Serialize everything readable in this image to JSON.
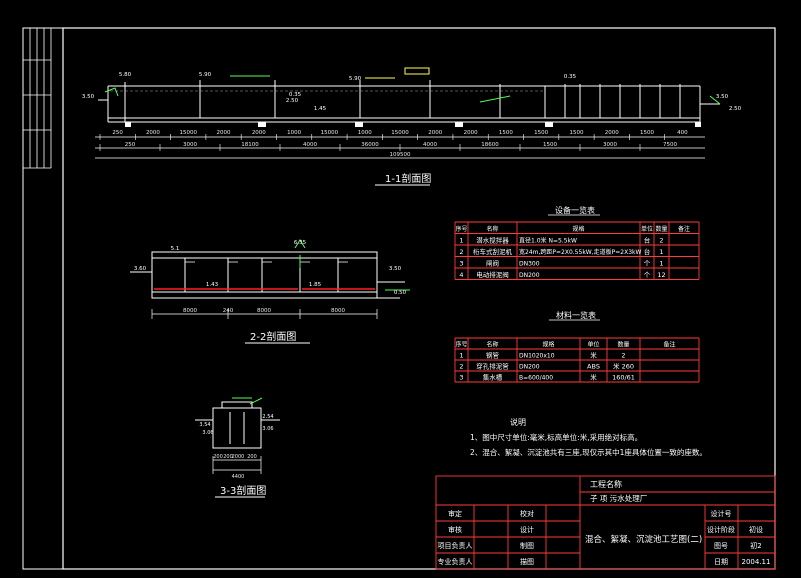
{
  "colors": {
    "background": "#000000",
    "frame": "#ffffff",
    "table_lines": "#ff3b3b",
    "structure": "#ffffff",
    "accent_green": "#55ff55",
    "accent_yellow": "#ffff55",
    "red_water": "#ff2020"
  },
  "section1": {
    "title": "1-1剖面图",
    "elev_labels": [
      "3.50",
      "5.80",
      "5.90",
      "0.35",
      "2.50",
      "1.45",
      "5.90",
      "0.35",
      "3.50",
      "2.50"
    ],
    "dims_row1": [
      "250",
      "2000",
      "15000",
      "2000",
      "2000",
      "1000",
      "15000",
      "1000",
      "15000",
      "2000",
      "2000",
      "1500",
      "1500",
      "1500",
      "2000",
      "1500",
      "400"
    ],
    "dims_row2": [
      "250",
      "3000",
      "18100",
      "4000",
      "36000",
      "4000",
      "18600",
      "1500",
      "3000",
      "7500"
    ],
    "dims_row3": [
      "109500"
    ]
  },
  "section2": {
    "title": "2-2剖面图",
    "elev_labels": [
      "6.35",
      "3.60",
      "5.1",
      "1.43",
      "1.85",
      "3.50",
      "0.50"
    ],
    "dims": [
      "8000",
      "240",
      "8000",
      "8000"
    ]
  },
  "section3": {
    "title": "3-3剖面图",
    "elev_labels": [
      "3.54",
      "3.06",
      "2.54",
      "3.06"
    ],
    "dims": [
      "200",
      "200",
      "2000",
      "200",
      "4400"
    ]
  },
  "equipment_table": {
    "title": "设备一览表",
    "headers": [
      "序号",
      "名称",
      "规格",
      "单位",
      "数量",
      "备注"
    ],
    "rows": [
      [
        "1",
        "潜水搅拌器",
        "直径1.0米  N=5.5kW",
        "台",
        "2",
        ""
      ],
      [
        "2",
        "桁车式刮泥机",
        "宽24m,跨距P=2X0.55kW,走道板P=2X3kW",
        "台",
        "1",
        ""
      ],
      [
        "3",
        "闸阀",
        "DN300",
        "个",
        "1",
        ""
      ],
      [
        "4",
        "电动排泥阀",
        "DN200",
        "个",
        "12",
        ""
      ]
    ]
  },
  "material_table": {
    "title": "材料一览表",
    "headers": [
      "序号",
      "名称",
      "规格",
      "单位",
      "数量",
      "备注"
    ],
    "rows": [
      [
        "1",
        "钢管",
        "DN1020x10",
        "米",
        "2",
        ""
      ],
      [
        "2",
        "穿孔排泥管",
        "DN200",
        "ABS",
        "米 260",
        ""
      ],
      [
        "3",
        "集水槽",
        "B=600/400",
        "米",
        "160/61",
        ""
      ]
    ]
  },
  "notes": {
    "title": "说明",
    "items": [
      "1、图中尺寸单位:毫米,标高单位:米,采用绝对标高。",
      "2、混合、絮凝、沉淀池共有三座,现仅示其中1座具体位置一致的座数。"
    ]
  },
  "title_block": {
    "project_label": "工程名称",
    "project_name": "子    项 污水处理厂",
    "drawing_title": "混合、絮凝、沉淀池工艺图(二)",
    "left_labels": [
      "审定",
      "审核",
      "项目负责人",
      "专业负责人"
    ],
    "mid_labels": [
      "校对",
      "设计",
      "制图",
      "描图"
    ],
    "right_labels": [
      "设计号",
      "设计阶段",
      "图号",
      "日期"
    ],
    "right_values": [
      "",
      "初设",
      "初2",
      "2004.11"
    ]
  }
}
